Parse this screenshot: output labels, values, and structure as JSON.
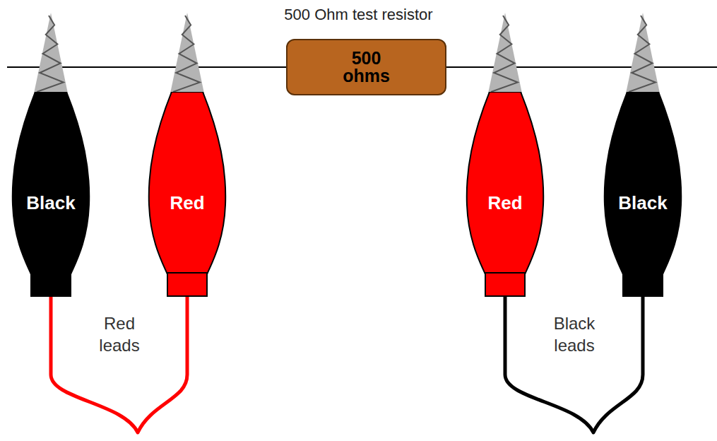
{
  "diagram": {
    "title": "500 Ohm test resistor",
    "nodes": [
      {
        "text": [
          "500 ohms"
        ]
      },
      {
        "text": [
          "Black"
        ]
      },
      {
        "text": [
          "Red"
        ]
      },
      {
        "text": [
          "Red"
        ]
      },
      {
        "text": [
          "Black"
        ]
      }
    ],
    "edges": [
      {
        "from": 1,
        "to": 2,
        "arrow": "none",
        "label": "Red leads"
      },
      {
        "from": 3,
        "to": 4,
        "arrow": "none",
        "label": "Black leads"
      }
    ]
  }
}
